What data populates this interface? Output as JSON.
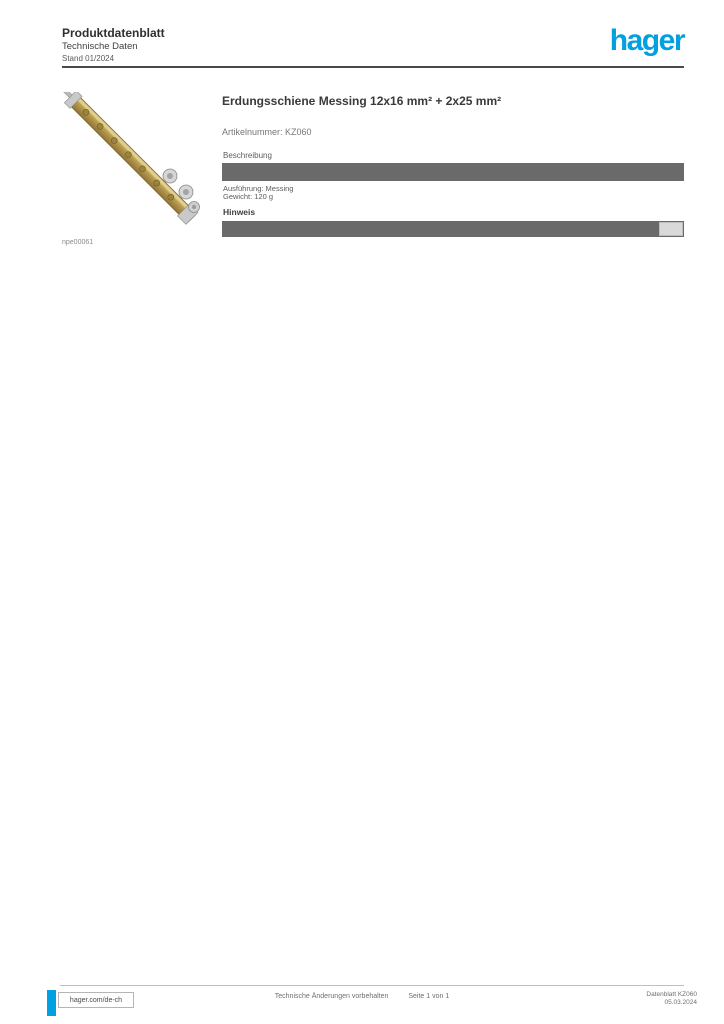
{
  "colors": {
    "accent": "#00a0e1",
    "bar": "#6a6a6a",
    "text": "#3c3c3c",
    "muted": "#767676"
  },
  "header": {
    "doc_title": "Produktdatenblatt",
    "doc_subtitle": "Technische Daten",
    "doc_edition": "Stand 01/2024",
    "logo_text": "hager"
  },
  "product": {
    "title": "Erdungsschiene Messing 12x16 mm² + 2x25 mm²",
    "reference": "Artikelnummer: KZ060",
    "section_label": "Beschreibung",
    "detail_line1": "Ausführung: Messing",
    "detail_line2": "Gewicht: 120 g",
    "note_label": "Hinweis",
    "image_caption": "npe00061"
  },
  "footer": {
    "website": "hager.com/de-ch",
    "center_left": "Technische Änderungen vorbehalten",
    "center_right": "Seite 1 von 1",
    "right_line1": "Datenblatt KZ060",
    "right_line2": "05.03.2024"
  }
}
